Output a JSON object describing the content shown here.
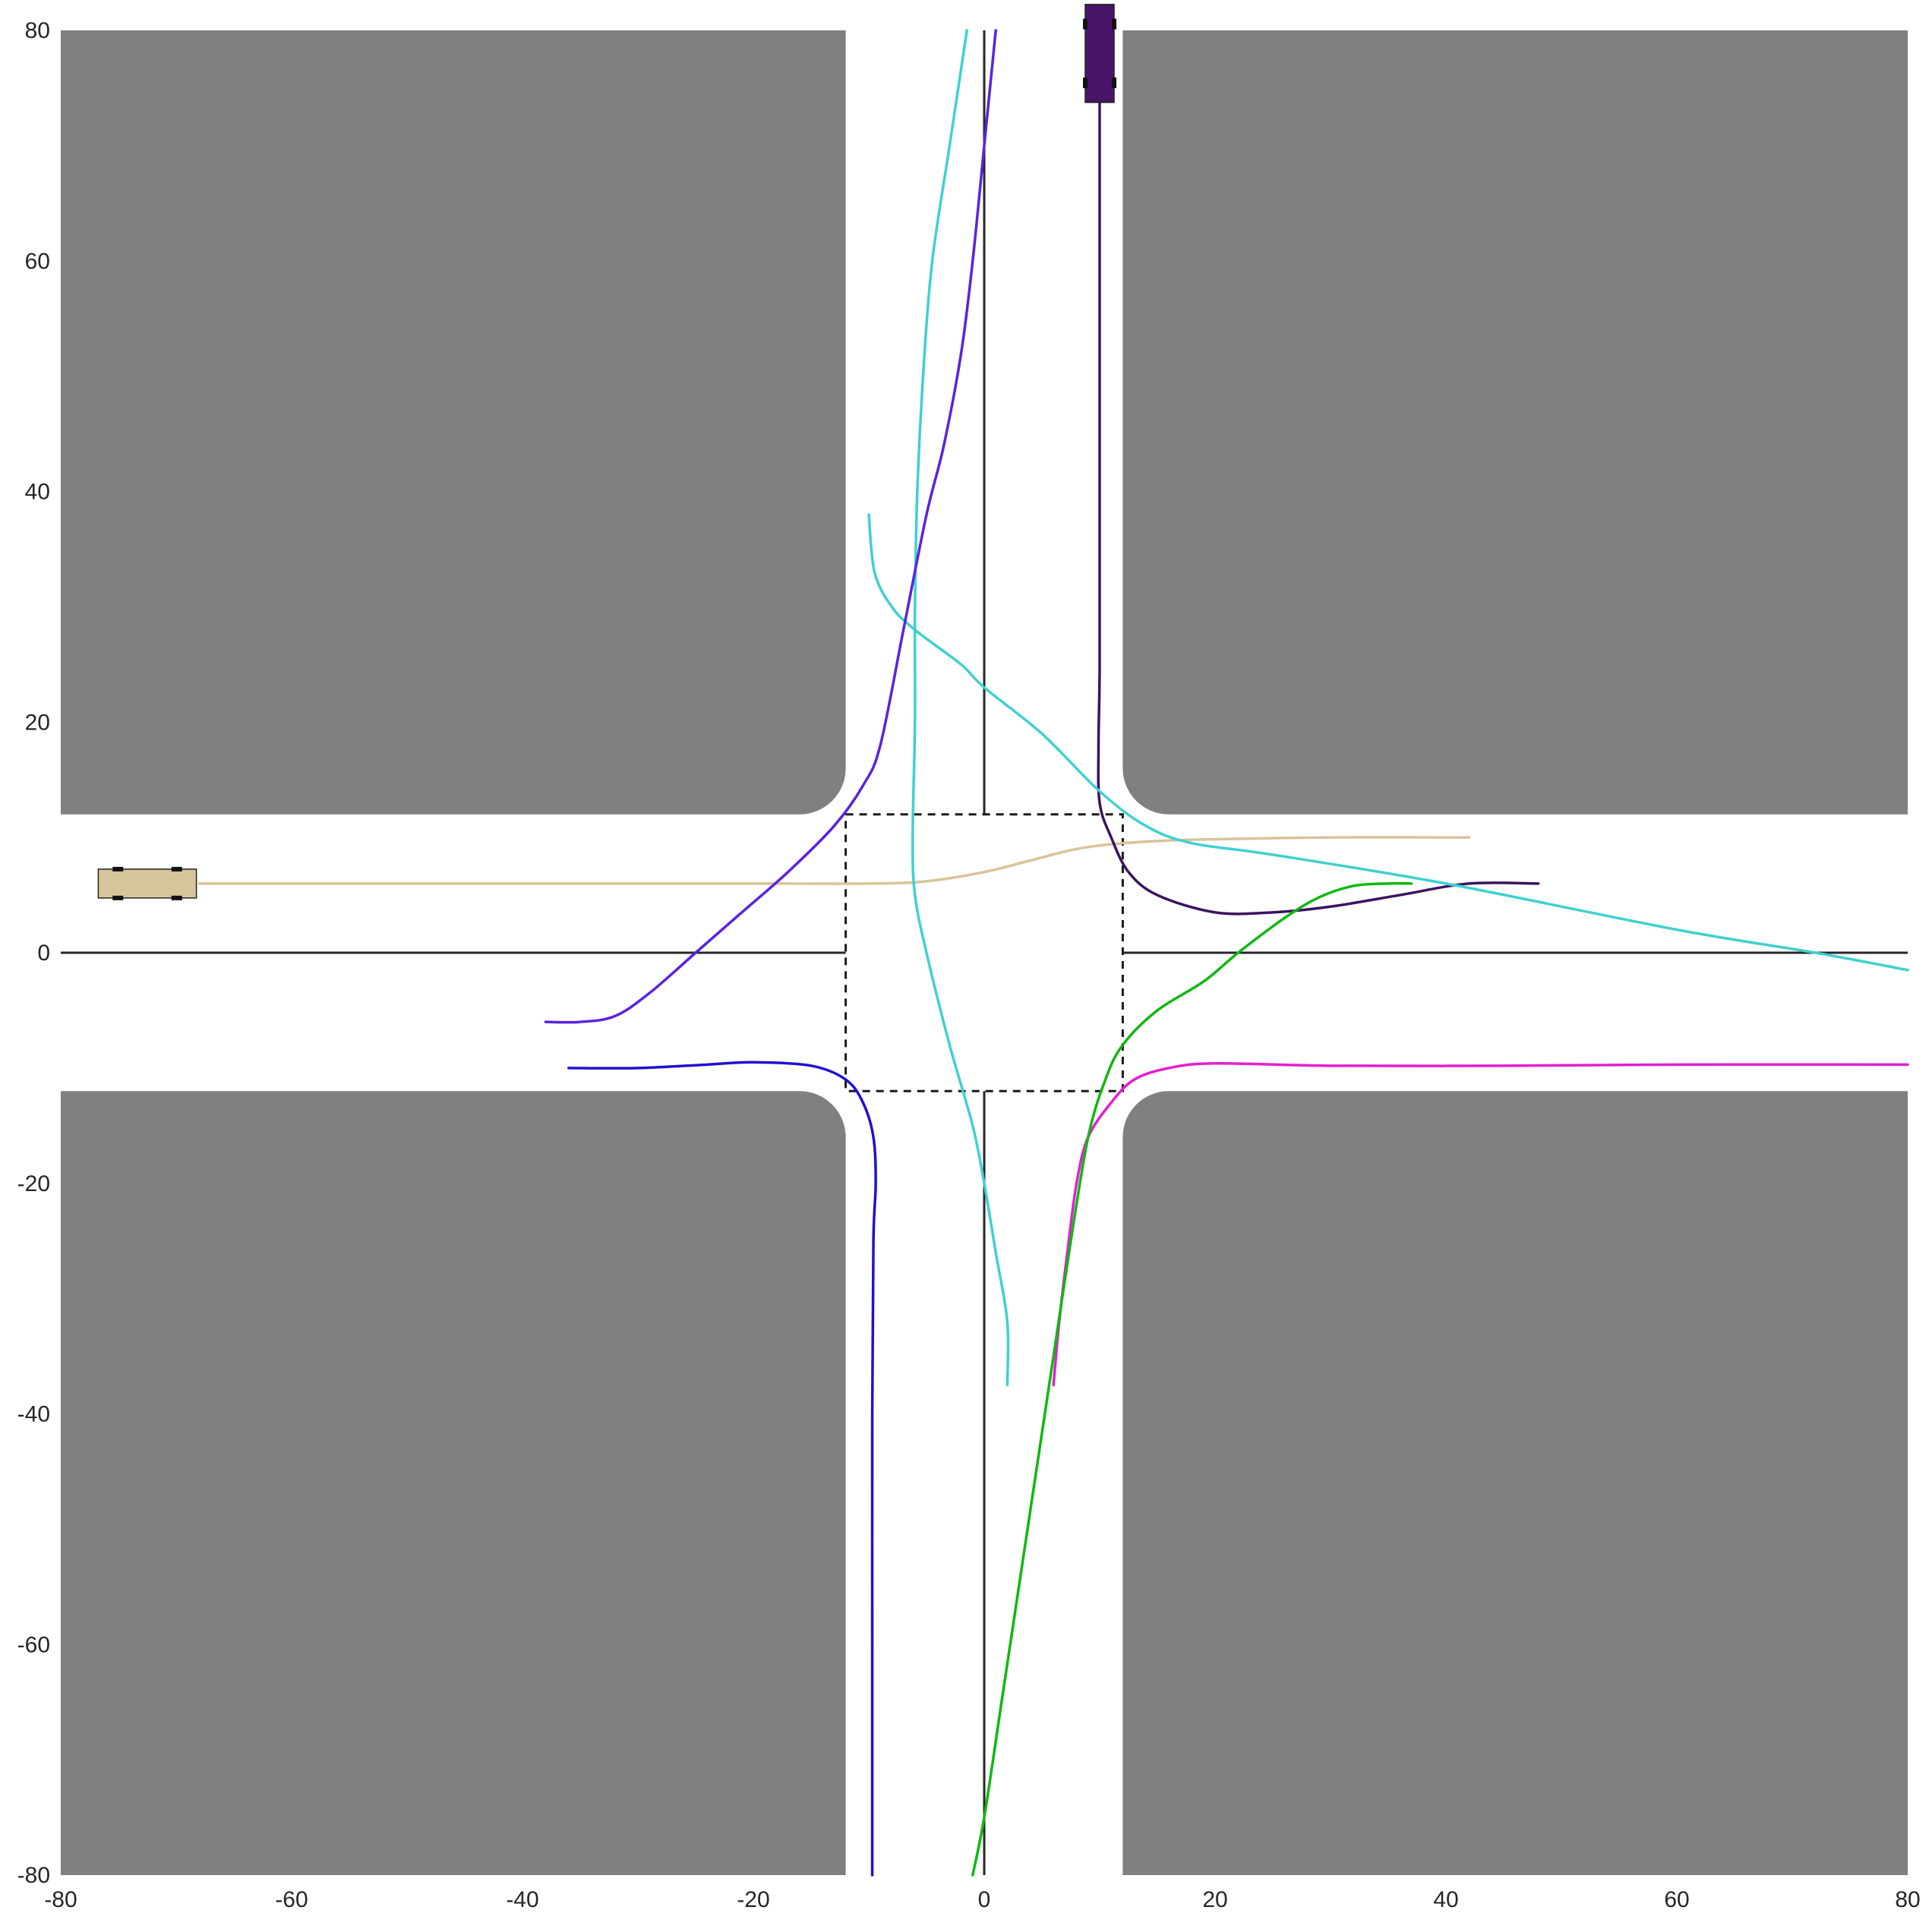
{
  "chart_data": {
    "type": "line",
    "title": "",
    "xlabel": "",
    "ylabel": "",
    "xlim": [
      -80,
      80
    ],
    "ylim": [
      -80,
      80
    ],
    "x_ticks": [
      -80,
      -60,
      -40,
      -20,
      0,
      20,
      40,
      60,
      80
    ],
    "y_ticks": [
      -80,
      -60,
      -40,
      -20,
      0,
      20,
      40,
      60,
      80
    ],
    "x_tick_labels": [
      "-80",
      "-60",
      "-40",
      "-20",
      "0",
      "20",
      "40",
      "60",
      "80"
    ],
    "y_tick_labels": [
      "-80",
      "-60",
      "-40",
      "-20",
      "0",
      "20",
      "40",
      "60",
      "80"
    ],
    "grid": false,
    "background": {
      "road_half_width": 12,
      "corner_radius": 4,
      "block_color": "#808080",
      "road_color": "#ffffff",
      "intersection_box": [
        -12,
        12,
        -12,
        12
      ]
    },
    "vehicles": [
      {
        "name": "tan-car",
        "color": "#d8c49a",
        "x": -72.5,
        "y": 6,
        "heading": "east",
        "length": 8.5,
        "width": 2.5
      },
      {
        "name": "purple-car",
        "color": "#4a1468",
        "x": 10,
        "y": 78,
        "heading": "south",
        "length": 8.5,
        "width": 2.5
      }
    ],
    "series": [
      {
        "color": "#d8c49a",
        "points": [
          [
            -68,
            6
          ],
          [
            -40,
            6
          ],
          [
            -20,
            6
          ],
          [
            -10,
            6
          ],
          [
            -5,
            6.2
          ],
          [
            0,
            7
          ],
          [
            4,
            8
          ],
          [
            8,
            9
          ],
          [
            12,
            9.5
          ],
          [
            18,
            9.8
          ],
          [
            30,
            10
          ],
          [
            42,
            10
          ]
        ]
      },
      {
        "color": "#3a1460",
        "points": [
          [
            10,
            78
          ],
          [
            10,
            60
          ],
          [
            10,
            40
          ],
          [
            10,
            25
          ],
          [
            9.9,
            18
          ],
          [
            10,
            13
          ],
          [
            11,
            10
          ],
          [
            12.5,
            7
          ],
          [
            15,
            5
          ],
          [
            20,
            3.5
          ],
          [
            25,
            3.5
          ],
          [
            30,
            4
          ],
          [
            36,
            5
          ],
          [
            42,
            6
          ],
          [
            48,
            6
          ]
        ]
      },
      {
        "color": "#40d0d0",
        "points": [
          [
            -10,
            38
          ],
          [
            -9.5,
            33
          ],
          [
            -8,
            30
          ],
          [
            -6,
            28
          ],
          [
            -2,
            25
          ],
          [
            0,
            23
          ],
          [
            5,
            19
          ],
          [
            10,
            14
          ],
          [
            14,
            11
          ],
          [
            18,
            9.5
          ],
          [
            25,
            8.5
          ],
          [
            40,
            6
          ],
          [
            60,
            2
          ],
          [
            72,
            0
          ],
          [
            80,
            -1.5
          ]
        ]
      },
      {
        "color": "#40d0d0",
        "points": [
          [
            -1.5,
            80
          ],
          [
            -3,
            70
          ],
          [
            -4.5,
            60
          ],
          [
            -5.3,
            50
          ],
          [
            -5.8,
            40
          ],
          [
            -6,
            30
          ],
          [
            -6,
            20
          ],
          [
            -6.2,
            10
          ],
          [
            -6,
            5
          ],
          [
            -5,
            0
          ],
          [
            -3,
            -8
          ],
          [
            -1,
            -15
          ],
          [
            0,
            -20
          ],
          [
            1,
            -26
          ],
          [
            2,
            -32
          ],
          [
            2,
            -37.5
          ]
        ]
      },
      {
        "color": "#5a22e0",
        "points": [
          [
            1,
            80
          ],
          [
            0,
            70
          ],
          [
            -1,
            60
          ],
          [
            -2,
            52
          ],
          [
            -3.5,
            44
          ],
          [
            -5,
            38
          ],
          [
            -7,
            28
          ],
          [
            -9,
            18
          ],
          [
            -10.5,
            14.5
          ],
          [
            -13,
            11
          ],
          [
            -17,
            7
          ],
          [
            -21,
            3.5
          ],
          [
            -25,
            0
          ],
          [
            -29,
            -3.5
          ],
          [
            -32,
            -5.5
          ],
          [
            -35,
            -6
          ],
          [
            -38,
            -6
          ]
        ]
      },
      {
        "color": "#2010d0",
        "points": [
          [
            -36,
            -10
          ],
          [
            -30,
            -10
          ],
          [
            -24,
            -9.7
          ],
          [
            -20,
            -9.5
          ],
          [
            -15,
            -9.8
          ],
          [
            -12,
            -11
          ],
          [
            -10.5,
            -13
          ],
          [
            -9.6,
            -16
          ],
          [
            -9.4,
            -20
          ],
          [
            -9.6,
            -25
          ],
          [
            -9.7,
            -40
          ],
          [
            -9.7,
            -60
          ],
          [
            -9.7,
            -80
          ]
        ]
      },
      {
        "color": "#e020d0",
        "points": [
          [
            6,
            -37.5
          ],
          [
            6.5,
            -32
          ],
          [
            7.2,
            -26
          ],
          [
            8,
            -20
          ],
          [
            9,
            -16
          ],
          [
            11,
            -13
          ],
          [
            13,
            -11
          ],
          [
            16,
            -10
          ],
          [
            20,
            -9.6
          ],
          [
            30,
            -9.8
          ],
          [
            45,
            -9.8
          ],
          [
            60,
            -9.7
          ],
          [
            80,
            -9.7
          ]
        ]
      },
      {
        "color": "#10b810",
        "points": [
          [
            -1,
            -80
          ],
          [
            0,
            -75
          ],
          [
            1.5,
            -65
          ],
          [
            3,
            -55
          ],
          [
            4.5,
            -45
          ],
          [
            6,
            -35
          ],
          [
            7.5,
            -25
          ],
          [
            9,
            -16
          ],
          [
            10.5,
            -11
          ],
          [
            12,
            -8
          ],
          [
            15,
            -5
          ],
          [
            19,
            -2.5
          ],
          [
            22,
            0
          ],
          [
            26,
            3
          ],
          [
            29,
            4.8
          ],
          [
            32,
            5.8
          ],
          [
            35,
            6
          ],
          [
            37,
            6
          ]
        ]
      }
    ]
  }
}
